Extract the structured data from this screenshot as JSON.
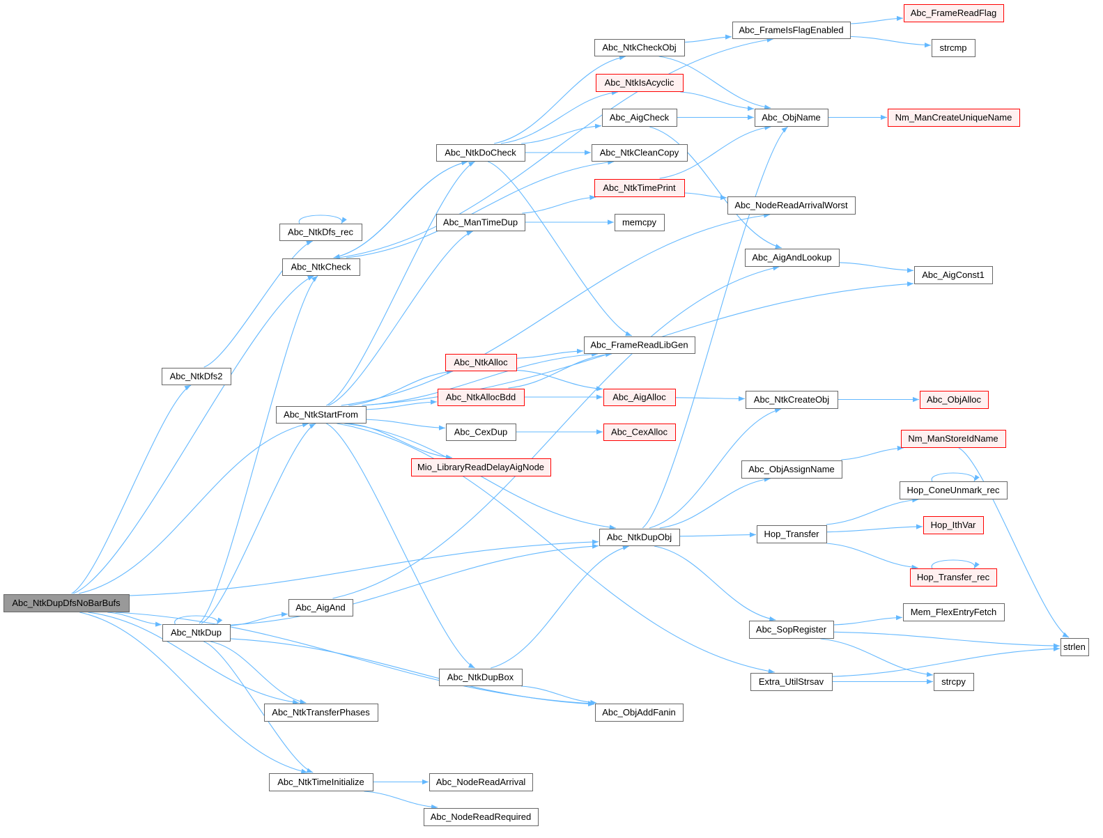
{
  "title": "Abc_NtkDupDfsNoBarBufs call graph",
  "colors": {
    "edge": "#63b8ff",
    "red_border": "#ff0000",
    "red_fill": "#fff0f0",
    "root_fill": "#999999",
    "border": "#666666"
  },
  "nodes": [
    {
      "id": "root",
      "label": "Abc_NtkDupDfsNoBarBufs",
      "style": "root"
    },
    {
      "id": "dfs2",
      "label": "Abc_NtkDfs2",
      "style": "normal"
    },
    {
      "id": "dfsrec",
      "label": "Abc_NtkDfs_rec",
      "style": "normal"
    },
    {
      "id": "check",
      "label": "Abc_NtkCheck",
      "style": "normal"
    },
    {
      "id": "startfrom",
      "label": "Abc_NtkStartFrom",
      "style": "normal"
    },
    {
      "id": "dup",
      "label": "Abc_NtkDup",
      "style": "normal"
    },
    {
      "id": "aigand",
      "label": "Abc_AigAnd",
      "style": "normal"
    },
    {
      "id": "transph",
      "label": "Abc_NtkTransferPhases",
      "style": "normal"
    },
    {
      "id": "timeinit",
      "label": "Abc_NtkTimeInitialize",
      "style": "normal"
    },
    {
      "id": "docheck",
      "label": "Abc_NtkDoCheck",
      "style": "normal"
    },
    {
      "id": "mantimedup",
      "label": "Abc_ManTimeDup",
      "style": "normal"
    },
    {
      "id": "ntkalloc",
      "label": "Abc_NtkAlloc",
      "style": "red"
    },
    {
      "id": "allocbdd",
      "label": "Abc_NtkAllocBdd",
      "style": "red"
    },
    {
      "id": "cexdup",
      "label": "Abc_CexDup",
      "style": "normal"
    },
    {
      "id": "mio",
      "label": "Mio_LibraryReadDelayAigNode",
      "style": "red"
    },
    {
      "id": "dupbox",
      "label": "Abc_NtkDupBox",
      "style": "normal"
    },
    {
      "id": "readarr",
      "label": "Abc_NodeReadArrival",
      "style": "normal"
    },
    {
      "id": "readreq",
      "label": "Abc_NodeReadRequired",
      "style": "normal"
    },
    {
      "id": "checkobj",
      "label": "Abc_NtkCheckObj",
      "style": "normal"
    },
    {
      "id": "acyclic",
      "label": "Abc_NtkIsAcyclic",
      "style": "red"
    },
    {
      "id": "aigcheck",
      "label": "Abc_AigCheck",
      "style": "normal"
    },
    {
      "id": "cleancopy",
      "label": "Abc_NtkCleanCopy",
      "style": "normal"
    },
    {
      "id": "timeprint",
      "label": "Abc_NtkTimePrint",
      "style": "red"
    },
    {
      "id": "memcpy",
      "label": "memcpy",
      "style": "normal"
    },
    {
      "id": "libgen",
      "label": "Abc_FrameReadLibGen",
      "style": "normal"
    },
    {
      "id": "aigalloc",
      "label": "Abc_AigAlloc",
      "style": "red"
    },
    {
      "id": "cexalloc",
      "label": "Abc_CexAlloc",
      "style": "red"
    },
    {
      "id": "dupobj",
      "label": "Abc_NtkDupObj",
      "style": "normal"
    },
    {
      "id": "addfanin",
      "label": "Abc_ObjAddFanin",
      "style": "normal"
    },
    {
      "id": "flagen",
      "label": "Abc_FrameIsFlagEnabled",
      "style": "normal"
    },
    {
      "id": "objname",
      "label": "Abc_ObjName",
      "style": "normal"
    },
    {
      "id": "arrworst",
      "label": "Abc_NodeReadArrivalWorst",
      "style": "normal"
    },
    {
      "id": "andlookup",
      "label": "Abc_AigAndLookup",
      "style": "normal"
    },
    {
      "id": "createobj",
      "label": "Abc_NtkCreateObj",
      "style": "normal"
    },
    {
      "id": "assignname",
      "label": "Abc_ObjAssignName",
      "style": "normal"
    },
    {
      "id": "hoptransfer",
      "label": "Hop_Transfer",
      "style": "normal"
    },
    {
      "id": "sopreg",
      "label": "Abc_SopRegister",
      "style": "normal"
    },
    {
      "id": "strsav",
      "label": "Extra_UtilStrsav",
      "style": "normal"
    },
    {
      "id": "readflag",
      "label": "Abc_FrameReadFlag",
      "style": "red"
    },
    {
      "id": "strcmp",
      "label": "strcmp",
      "style": "normal"
    },
    {
      "id": "uniqname",
      "label": "Nm_ManCreateUniqueName",
      "style": "red"
    },
    {
      "id": "const1",
      "label": "Abc_AigConst1",
      "style": "normal"
    },
    {
      "id": "objalloc",
      "label": "Abc_ObjAlloc",
      "style": "red"
    },
    {
      "id": "storeid",
      "label": "Nm_ManStoreIdName",
      "style": "red"
    },
    {
      "id": "coneunmark",
      "label": "Hop_ConeUnmark_rec",
      "style": "normal"
    },
    {
      "id": "ithvar",
      "label": "Hop_IthVar",
      "style": "red"
    },
    {
      "id": "transrec",
      "label": "Hop_Transfer_rec",
      "style": "red"
    },
    {
      "id": "memflex",
      "label": "Mem_FlexEntryFetch",
      "style": "normal"
    },
    {
      "id": "strlen",
      "label": "strlen",
      "style": "normal"
    },
    {
      "id": "strcpy",
      "label": "strcpy",
      "style": "normal"
    }
  ],
  "edges": [
    [
      "root",
      "dfs2"
    ],
    [
      "root",
      "check"
    ],
    [
      "root",
      "startfrom"
    ],
    [
      "root",
      "dupobj"
    ],
    [
      "root",
      "dup"
    ],
    [
      "root",
      "transph"
    ],
    [
      "root",
      "addfanin"
    ],
    [
      "root",
      "timeinit"
    ],
    [
      "dfs2",
      "dfsrec"
    ],
    [
      "dfsrec",
      "dfsrec"
    ],
    [
      "check",
      "docheck"
    ],
    [
      "check",
      "flagen"
    ],
    [
      "check",
      "cleancopy"
    ],
    [
      "docheck",
      "check"
    ],
    [
      "docheck",
      "checkobj"
    ],
    [
      "docheck",
      "acyclic"
    ],
    [
      "docheck",
      "aigcheck"
    ],
    [
      "docheck",
      "cleancopy"
    ],
    [
      "docheck",
      "libgen"
    ],
    [
      "dup",
      "dup"
    ],
    [
      "dup",
      "check"
    ],
    [
      "dup",
      "startfrom"
    ],
    [
      "dup",
      "aigand"
    ],
    [
      "dup",
      "dupobj"
    ],
    [
      "dup",
      "transph"
    ],
    [
      "dup",
      "addfanin"
    ],
    [
      "dup",
      "timeinit"
    ],
    [
      "startfrom",
      "mantimedup"
    ],
    [
      "startfrom",
      "arrworst"
    ],
    [
      "startfrom",
      "const1"
    ],
    [
      "startfrom",
      "libgen"
    ],
    [
      "startfrom",
      "ntkalloc"
    ],
    [
      "startfrom",
      "allocbdd"
    ],
    [
      "startfrom",
      "cexdup"
    ],
    [
      "startfrom",
      "mio"
    ],
    [
      "startfrom",
      "dupobj"
    ],
    [
      "startfrom",
      "dupbox"
    ],
    [
      "startfrom",
      "strsav"
    ],
    [
      "startfrom",
      "docheck"
    ],
    [
      "aigand",
      "andlookup"
    ],
    [
      "mantimedup",
      "timeprint"
    ],
    [
      "mantimedup",
      "memcpy"
    ],
    [
      "ntkalloc",
      "libgen"
    ],
    [
      "ntkalloc",
      "aigalloc"
    ],
    [
      "allocbdd",
      "libgen"
    ],
    [
      "allocbdd",
      "aigalloc"
    ],
    [
      "cexdup",
      "cexalloc"
    ],
    [
      "dupbox",
      "dupobj"
    ],
    [
      "dupbox",
      "addfanin"
    ],
    [
      "timeinit",
      "readarr"
    ],
    [
      "timeinit",
      "readreq"
    ],
    [
      "checkobj",
      "flagen"
    ],
    [
      "checkobj",
      "objname"
    ],
    [
      "acyclic",
      "objname"
    ],
    [
      "aigcheck",
      "objname"
    ],
    [
      "aigcheck",
      "andlookup"
    ],
    [
      "timeprint",
      "objname"
    ],
    [
      "timeprint",
      "arrworst"
    ],
    [
      "aigalloc",
      "createobj"
    ],
    [
      "dupobj",
      "objname"
    ],
    [
      "dupobj",
      "createobj"
    ],
    [
      "dupobj",
      "assignname"
    ],
    [
      "dupobj",
      "hoptransfer"
    ],
    [
      "dupobj",
      "sopreg"
    ],
    [
      "flagen",
      "readflag"
    ],
    [
      "flagen",
      "strcmp"
    ],
    [
      "objname",
      "uniqname"
    ],
    [
      "andlookup",
      "const1"
    ],
    [
      "createobj",
      "objalloc"
    ],
    [
      "assignname",
      "storeid"
    ],
    [
      "storeid",
      "strlen"
    ],
    [
      "hoptransfer",
      "coneunmark"
    ],
    [
      "hoptransfer",
      "ithvar"
    ],
    [
      "hoptransfer",
      "transrec"
    ],
    [
      "coneunmark",
      "coneunmark"
    ],
    [
      "transrec",
      "transrec"
    ],
    [
      "sopreg",
      "memflex"
    ],
    [
      "sopreg",
      "strlen"
    ],
    [
      "sopreg",
      "strcpy"
    ],
    [
      "strsav",
      "strcpy"
    ],
    [
      "strsav",
      "strlen"
    ]
  ]
}
